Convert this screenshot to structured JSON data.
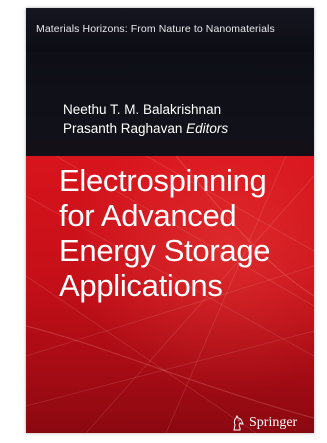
{
  "cover": {
    "series": "Materials Horizons: From Nature to Nanomaterials",
    "editors": {
      "name1": "Neethu T. M. Balakrishnan",
      "name2": "Prasanth Raghavan",
      "role": "Editors"
    },
    "title_lines": [
      "Electrospinning",
      "for Advanced",
      "Energy Storage",
      "Applications"
    ],
    "publisher": "Springer",
    "publisher_icon": "springer-horse-icon",
    "colors": {
      "band": "#0e0f16",
      "red": "#c50f18",
      "text": "#ffffff"
    }
  }
}
